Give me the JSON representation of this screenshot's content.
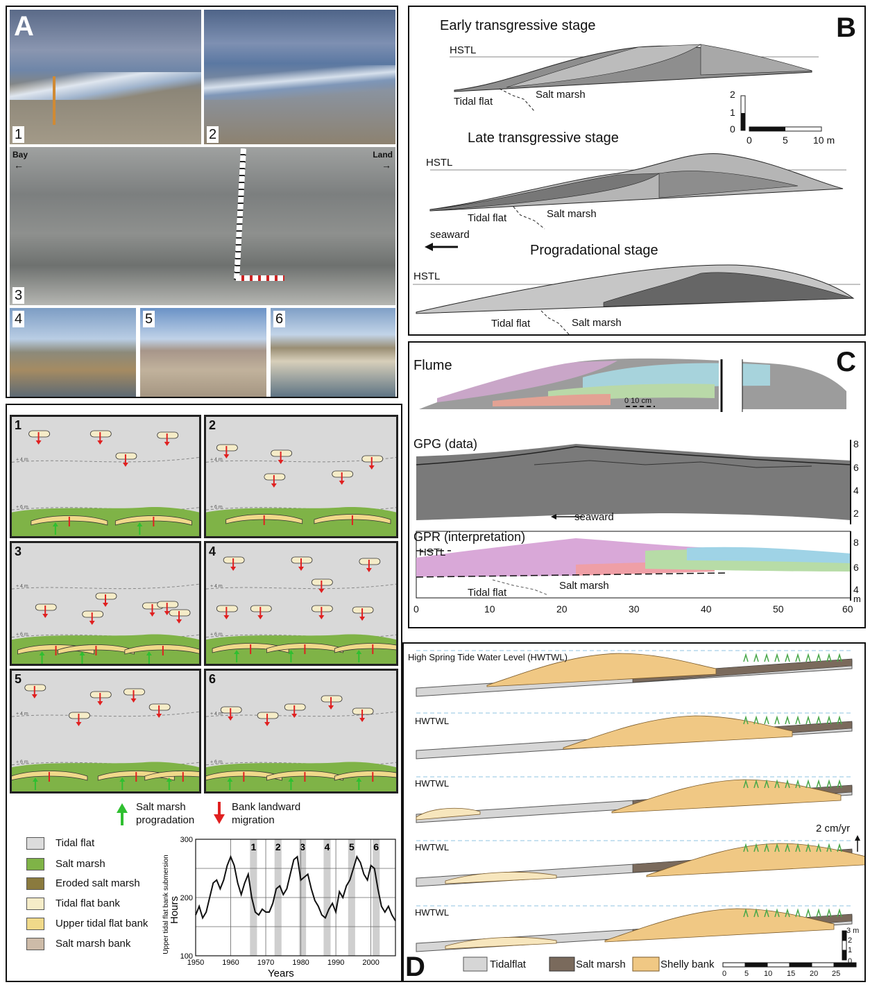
{
  "panelA": {
    "letter": "A",
    "photos": [
      {
        "num": "1"
      },
      {
        "num": "2"
      },
      {
        "num": "3"
      },
      {
        "num": "4"
      },
      {
        "num": "5"
      },
      {
        "num": "6"
      }
    ],
    "bay_label": "Bay",
    "land_label": "Land"
  },
  "panelB": {
    "letter": "B",
    "stages": [
      "Early transgressive stage",
      "Late transgressive stage",
      "Progradational stage"
    ],
    "hstl": "HSTL",
    "tidal_flat": "Tidal flat",
    "salt_marsh": "Salt marsh",
    "seaward": "seaward",
    "vscale": [
      "2",
      "1",
      "0"
    ],
    "hscale": [
      "0",
      "5",
      "10 m"
    ]
  },
  "panelC": {
    "letter": "C",
    "flume": "Flume",
    "flume_scale": "0        10 cm",
    "gpg": "GPG (data)",
    "gpr": "GPR (interpretation)",
    "seaward": "seaward",
    "hstl": "HSTL",
    "tidal_flat": "Tidal flat",
    "salt_marsh": "Salt marsh",
    "depth_ticks_gpg": [
      "8",
      "6",
      "4",
      "2"
    ],
    "depth_ticks_gpr": [
      "8",
      "6",
      "4",
      "m"
    ],
    "x_ticks": [
      "0",
      "10",
      "20",
      "30",
      "40",
      "50",
      "60"
    ]
  },
  "panelMaps": {
    "maps": [
      {
        "num": "1"
      },
      {
        "num": "2"
      },
      {
        "num": "3"
      },
      {
        "num": "4"
      },
      {
        "num": "5"
      },
      {
        "num": "6"
      }
    ],
    "contour_4m": "+ 4 m",
    "contour_6m": "+ 6 m",
    "arrow_green_label": "Salt marsh\nprogradation",
    "arrow_red_label": "Bank landward\nmigration",
    "legend": [
      {
        "label": "Tidal flat",
        "color": "#dcdcdc"
      },
      {
        "label": "Salt marsh",
        "color": "#7fb347"
      },
      {
        "label": "Eroded salt marsh",
        "color": "#8a7a3e"
      },
      {
        "label": "Tidal flat bank",
        "color": "#f5ecc8"
      },
      {
        "label": "Upper tidal flat bank",
        "color": "#f0d98a"
      },
      {
        "label": "Salt marsh bank",
        "color": "#cdbba8"
      }
    ]
  },
  "chart_data": {
    "type": "line",
    "title": "",
    "xlabel": "Years",
    "ylabel": "Upper tidal flat bank submersion Hours",
    "ylabel_main": "Hours",
    "ylabel_top": "Upper tidal flat bank submersion",
    "xlim": [
      1950,
      2007
    ],
    "ylim": [
      100,
      300
    ],
    "xticks": [
      "1950",
      "1960",
      "1970",
      "1980",
      "1990",
      "2000"
    ],
    "yticks": [
      "100",
      "200",
      "300"
    ],
    "grid": true,
    "x": [
      1950,
      1951,
      1952,
      1953,
      1954,
      1955,
      1956,
      1957,
      1958,
      1959,
      1960,
      1961,
      1962,
      1963,
      1964,
      1965,
      1966,
      1967,
      1968,
      1969,
      1970,
      1971,
      1972,
      1973,
      1974,
      1975,
      1976,
      1977,
      1978,
      1979,
      1980,
      1981,
      1982,
      1983,
      1984,
      1985,
      1986,
      1987,
      1988,
      1989,
      1990,
      1991,
      1992,
      1993,
      1994,
      1995,
      1996,
      1997,
      1998,
      1999,
      2000,
      2001,
      2002,
      2003,
      2004,
      2005,
      2006,
      2007
    ],
    "values": [
      170,
      185,
      165,
      175,
      200,
      225,
      230,
      215,
      230,
      255,
      270,
      255,
      225,
      205,
      225,
      240,
      200,
      175,
      170,
      180,
      175,
      175,
      190,
      215,
      220,
      205,
      215,
      240,
      265,
      270,
      230,
      235,
      240,
      215,
      195,
      185,
      170,
      165,
      180,
      190,
      175,
      210,
      200,
      220,
      230,
      250,
      270,
      260,
      240,
      230,
      255,
      250,
      215,
      185,
      175,
      185,
      170,
      160
    ],
    "highlight_periods": [
      {
        "label": "1",
        "x": [
          1965.5,
          1967.5
        ]
      },
      {
        "label": "2",
        "x": [
          1972.5,
          1974.5
        ]
      },
      {
        "label": "3",
        "x": [
          1979.5,
          1981.5
        ]
      },
      {
        "label": "4",
        "x": [
          1986.5,
          1988.5
        ]
      },
      {
        "label": "5",
        "x": [
          1993.5,
          1995.5
        ]
      },
      {
        "label": "6",
        "x": [
          2000.5,
          2002.5
        ]
      }
    ]
  },
  "panelD": {
    "letter": "D",
    "hwtwl_full": "High Spring Tide Water Level (HWTWL)",
    "hwtwl": "HWTWL",
    "rate": "2 cm/yr",
    "legend": [
      "Tidalflat",
      "Salt marsh",
      "Shelly bank"
    ],
    "scale_ticks": [
      "0",
      "5",
      "10",
      "15",
      "20",
      "25"
    ],
    "vscale": [
      "3 m",
      "2",
      "1",
      "0"
    ]
  }
}
